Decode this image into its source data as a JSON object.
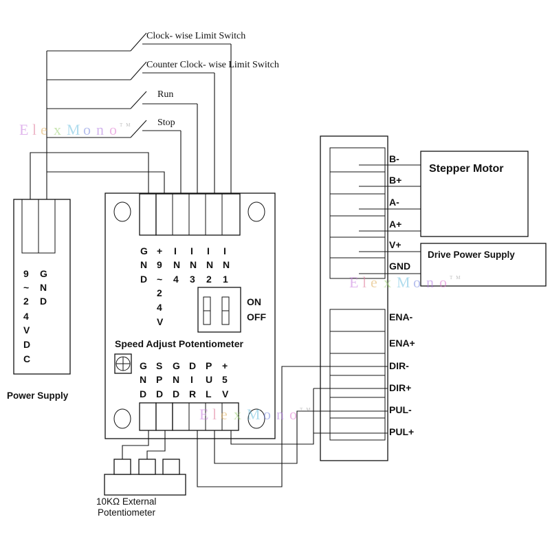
{
  "switches": {
    "clockwise": "Clock- wise Limit Switch",
    "counter_clockwise": "Counter Clock- wise Limit Switch",
    "run": "Run",
    "stop": "Stop"
  },
  "power_supply": {
    "label": "Power Supply",
    "col1": [
      "9",
      "~",
      "2",
      "4",
      "V",
      "D",
      "C"
    ],
    "col2": [
      "G",
      "N",
      "D"
    ]
  },
  "controller": {
    "top_pins": [
      [
        "G",
        "N",
        "D"
      ],
      [
        "+",
        "9",
        "~",
        "2",
        "4",
        "V"
      ],
      [
        "I",
        "N",
        "4"
      ],
      [
        "I",
        "N",
        "3"
      ],
      [
        "I",
        "N",
        "2"
      ],
      [
        "I",
        "N",
        "1"
      ]
    ],
    "dip_on": "ON",
    "dip_off": "OFF",
    "speed_label": "Speed Adjust Potentiometer",
    "bottom_pins": [
      [
        "G",
        "N",
        "D"
      ],
      [
        "S",
        "P",
        "D"
      ],
      [
        "G",
        "N",
        "D"
      ],
      [
        "D",
        "I",
        "R"
      ],
      [
        "P",
        "U",
        "L"
      ],
      [
        "+",
        "5",
        "V"
      ]
    ]
  },
  "driver": {
    "top_terminals": [
      "B-",
      "B+",
      "A-",
      "A+",
      "V+",
      "GND"
    ],
    "bottom_terminals": [
      "ENA-",
      "ENA+",
      "DIR-",
      "DIR+",
      "PUL-",
      "PUL+"
    ]
  },
  "stepper_motor": "Stepper Motor",
  "drive_power_supply": "Drive Power Supply",
  "external_pot": {
    "line1": "10KΩ   External",
    "line2": "Potentiometer"
  },
  "watermark": {
    "letters": [
      "E",
      "l",
      "e",
      "x",
      "M",
      "o",
      "n",
      "o"
    ],
    "tm": "TM",
    "colors": [
      "#c87ae0",
      "#e07a9a",
      "#e0b060",
      "#9ad070",
      "#70c0e0",
      "#7a8ae0",
      "#b07ae0",
      "#e07ad0"
    ]
  }
}
